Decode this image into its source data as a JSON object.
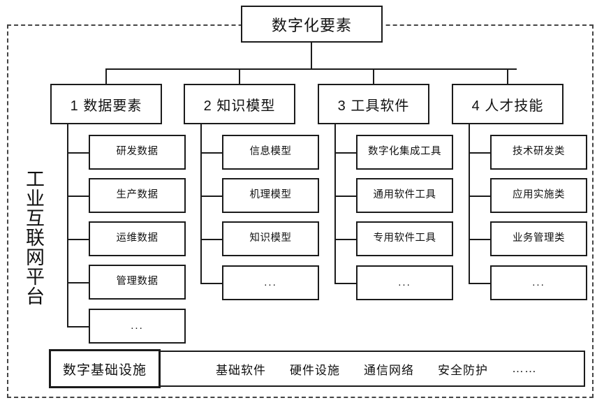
{
  "diagram": {
    "platform_label": "工业互联网平台",
    "root": {
      "title": "数字化要素"
    },
    "categories": [
      {
        "id": "data-elements",
        "title": "1 数据要素",
        "children": [
          {
            "label": "研发数据"
          },
          {
            "label": "生产数据"
          },
          {
            "label": "运维数据"
          },
          {
            "label": "管理数据"
          },
          {
            "label": "..."
          }
        ]
      },
      {
        "id": "knowledge-models",
        "title": "2 知识模型",
        "children": [
          {
            "label": "信息模型"
          },
          {
            "label": "机理模型"
          },
          {
            "label": "知识模型"
          },
          {
            "label": "..."
          }
        ]
      },
      {
        "id": "tool-software",
        "title": "3 工具软件",
        "children": [
          {
            "label": "数字化集成工具"
          },
          {
            "label": "通用软件工具"
          },
          {
            "label": "专用软件工具"
          },
          {
            "label": "..."
          }
        ]
      },
      {
        "id": "talent-skills",
        "title": "4 人才技能",
        "children": [
          {
            "label": "技术研发类"
          },
          {
            "label": "应用实施类"
          },
          {
            "label": "业务管理类"
          },
          {
            "label": "..."
          }
        ]
      }
    ],
    "infrastructure": {
      "label": "数字基础设施",
      "items": [
        "基础软件",
        "硬件设施",
        "通信网络",
        "安全防护",
        "……"
      ]
    },
    "colors": {
      "line": "#1b1b1b",
      "frame": "#444444",
      "background": "#ffffff",
      "text": "#111111"
    }
  }
}
